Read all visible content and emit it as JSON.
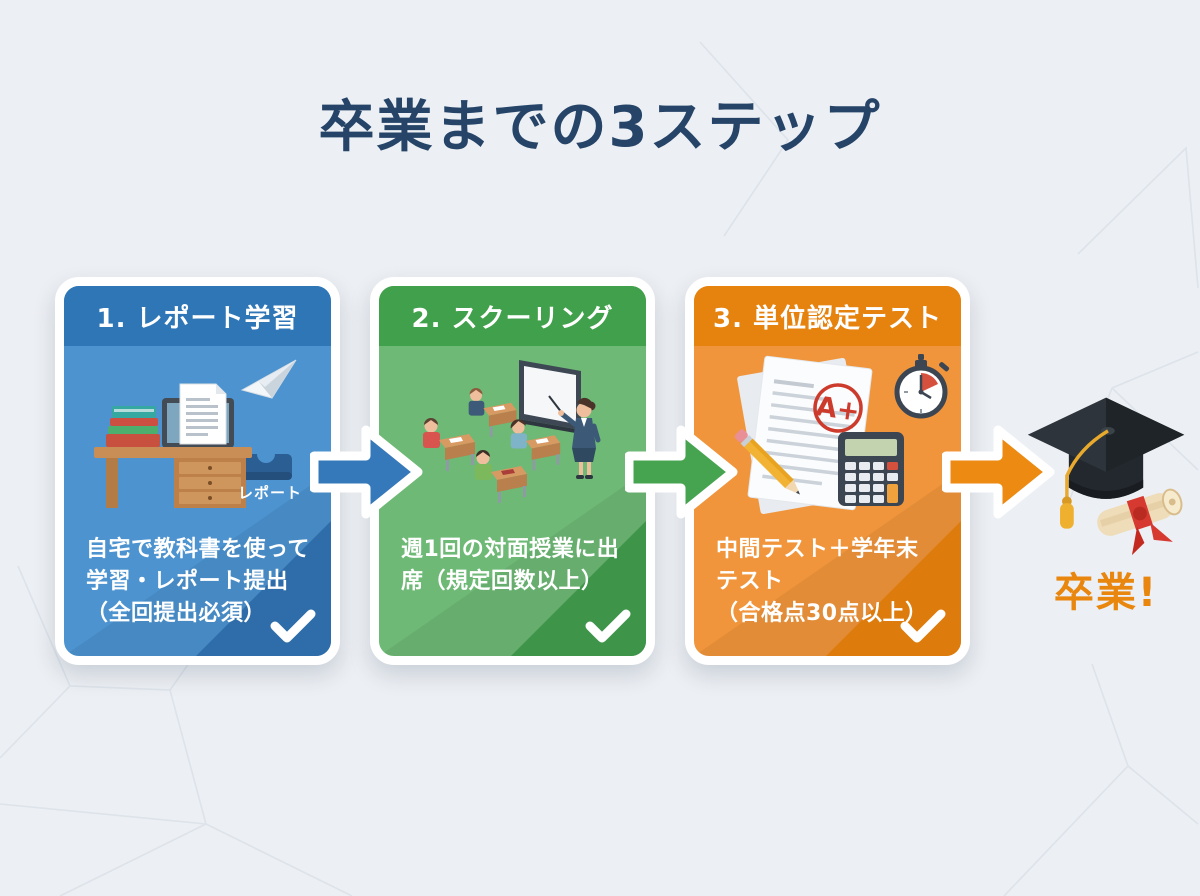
{
  "title": "卒業までの3ステップ",
  "title_color": "#254468",
  "background": {
    "color": "#ECEFF3",
    "pattern_line_color": "#DCE1E9",
    "pattern": "polygon-mesh"
  },
  "steps": [
    {
      "header": "1. レポート学習",
      "description_lines": [
        "自宅で教科書を使って",
        "学習・レポート提出",
        "（全回提出必須）"
      ],
      "tray_label": "レポート",
      "icon": "desk-laptop-report-illustration",
      "check_icon": "checkmark-icon",
      "colors": {
        "header": "#2F76B6",
        "body": "#4C93CF",
        "fold": "#2E6DA9",
        "arrow": "#3579BA"
      }
    },
    {
      "header": "2. スクーリング",
      "description_lines": [
        "週1回の対面授業に出",
        "席（規定回数以上）"
      ],
      "icon": "classroom-teacher-students-illustration",
      "check_icon": "checkmark-icon",
      "colors": {
        "header": "#41A04B",
        "body": "#6DB975",
        "fold": "#3E9449",
        "arrow": "#46A450"
      }
    },
    {
      "header": "3. 単位認定テスト",
      "description_lines": [
        "中間テスト＋学年末",
        "テスト",
        "（合格点30点以上）"
      ],
      "grade_label": "A+",
      "icon": "test-paper-calculator-stopwatch-illustration",
      "check_icon": "checkmark-icon",
      "colors": {
        "header": "#E6830F",
        "body": "#F0953C",
        "fold": "#DD7C0C",
        "arrow": "#EC8A12"
      }
    }
  ],
  "graduation": {
    "label": "卒業!",
    "label_color": "#E8860D",
    "icon": "graduation-cap-diploma-icon"
  }
}
